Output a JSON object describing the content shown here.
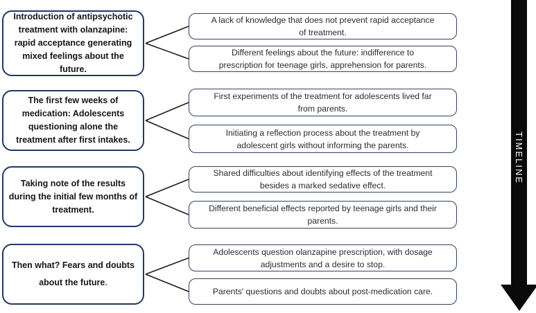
{
  "timeline": {
    "label": "TIMELINE",
    "bar_color": "#0a0a0a",
    "text_color": "#ffffff"
  },
  "colors": {
    "left_box_border": "#1F3864",
    "right_box_border": "#30435C",
    "connector": "#1b1b1b",
    "accent_period": "#2176C6"
  },
  "rows": [
    {
      "left": "Introduction of antipsychotic\ntreatment with olanzapine:\nrapid acceptance generating\nmixed feelings about the\nfuture.",
      "right": [
        "A lack of knowledge that does not prevent rapid acceptance\nof treatment.",
        "Different feelings about the future: indifference to\nprescription for teenage girls, apprehension for parents."
      ]
    },
    {
      "left": "The first few weeks of\nmedication: Adolescents\nquestioning alone the\ntreatment after first intakes.",
      "right": [
        "First experiments of the treatment for adolescents lived far\nfrom parents.",
        "Initiating a reflection process about the treatment by\nadolescent girls without informing the parents."
      ]
    },
    {
      "left": "Taking note of the results\nduring the initial few months of\ntreatment.",
      "right": [
        "Shared difficulties about identifying effects of the treatment\nbesides a marked sedative effect.",
        "Different beneficial effects reported by teenage girls and their\nparents."
      ]
    },
    {
      "left": "Then what? Fears and doubts\nabout the future",
      "period": ".",
      "right": [
        "Adolescents question olanzapine prescription, with dosage\nadjustments and a desire to stop.",
        "Parents' questions and doubts about post-medication care."
      ]
    }
  ]
}
